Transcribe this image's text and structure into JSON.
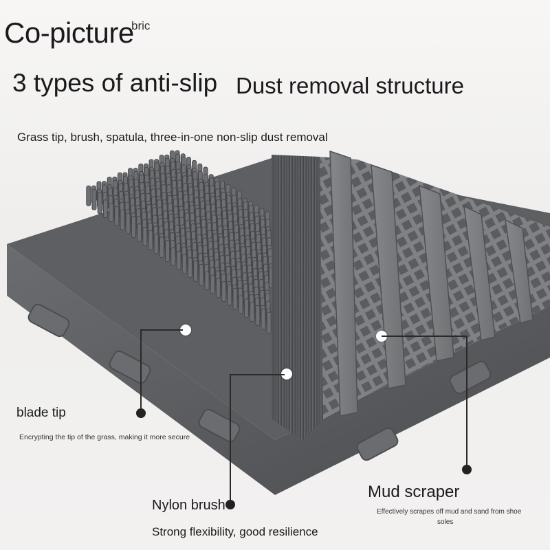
{
  "header": {
    "brand": "Co-picture",
    "brand_superscript": "bric",
    "title_left": "3 types of anti-slip",
    "title_right": "Dust removal structure",
    "subtitle": "Grass tip, brush, spatula, three-in-one non-slip dust removal"
  },
  "callouts": {
    "blade_tip": {
      "title": "blade tip",
      "description": "Encrypting the tip of the grass, making it more secure"
    },
    "nylon_brush": {
      "title": "Nylon brush",
      "description": "Strong flexibility, good resilience"
    },
    "mud_scraper": {
      "title": "Mud scraper",
      "description_line1": "Effectively scrapes off mud and sand from shoe",
      "description_line2": "soles"
    }
  },
  "colors": {
    "mat_dark": "#4a4c4f",
    "mat_mid": "#6b6d70",
    "mat_light": "#8a8c8f",
    "text": "#1a1a1a"
  }
}
